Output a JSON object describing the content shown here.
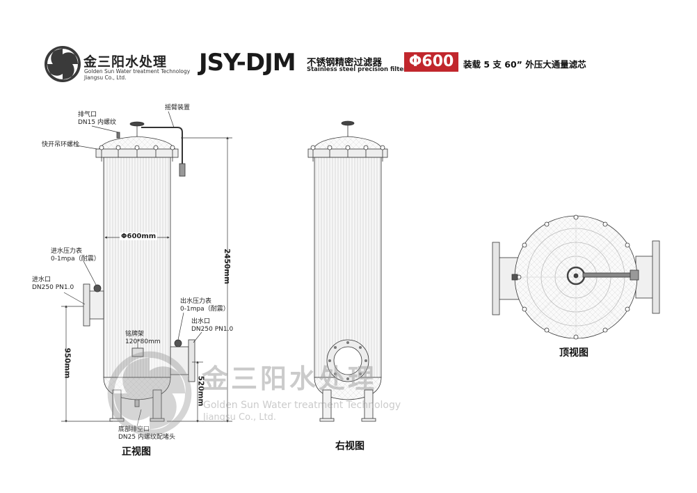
{
  "header": {
    "brand_cn": "金三阳水处理",
    "brand_en_line1": "Golden Sun Water treatment Technology",
    "brand_en_line2": "Jiangsu Co., Ltd.",
    "model": "JSY-DJM",
    "product_cn": "不锈钢精密过滤器",
    "product_en": "Stainless steel precision filter",
    "size_badge": "Φ600",
    "description": "装载 5 支 60” 外压大通量滤芯"
  },
  "front_view": {
    "title": "正视图",
    "labels": {
      "vent": "排气口",
      "vent_spec": "DN15 内螺纹",
      "rocker": "摇臂装置",
      "clamp": "快开吊环螺栓",
      "diameter": "Φ600mm",
      "inlet_gauge": "进水压力表",
      "inlet_gauge_spec": "0-1mpa（耐震）",
      "inlet": "进水口",
      "inlet_spec": "DN250 PN1.0",
      "outlet_gauge": "出水压力表",
      "outlet_gauge_spec": "0-1mpa（耐震）",
      "outlet": "出水口",
      "outlet_spec": "DN250 PN1.0",
      "nameplate": "铭牌架",
      "nameplate_spec": "120*80mm",
      "drain": "底部排空口",
      "drain_spec": "DN25 内螺纹配堵头",
      "height_total": "2450mm",
      "height_inlet": "950mm",
      "height_outlet": "520mm"
    }
  },
  "side_view": {
    "title": "右视图"
  },
  "top_view": {
    "title": "顶视图"
  },
  "watermark": {
    "cn": "金三阳水处理",
    "en_line1": "Golden Sun Water treatment Technology",
    "en_line2": "Jiangsu Co., Ltd."
  },
  "colors": {
    "accent_red": "#c1272d",
    "line": "#333333",
    "fill": "#f6f6f6"
  }
}
